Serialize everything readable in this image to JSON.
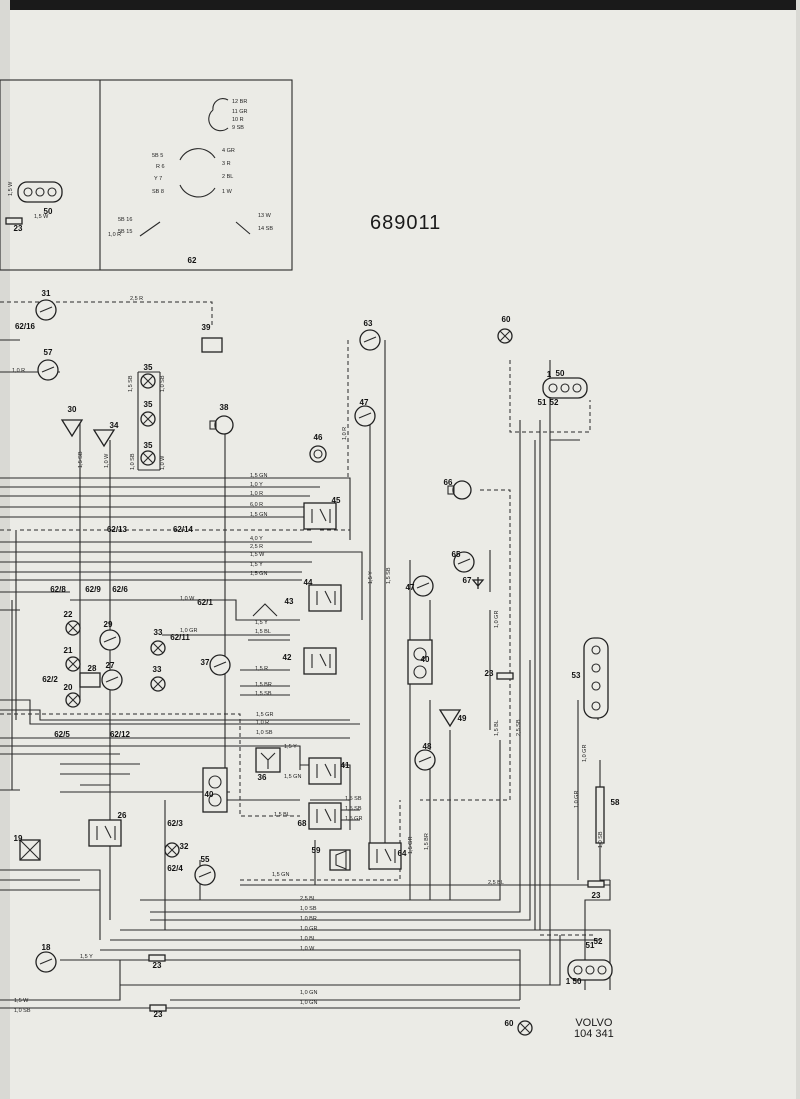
{
  "document": {
    "number": "689011",
    "maker": "VOLVO",
    "drawing_code": "104 341"
  },
  "connector_62": {
    "label": "62",
    "terminals": [
      "12 BR",
      "11 GR",
      "10 R",
      "9 SB",
      "4 GR",
      "3 R",
      "2 BL",
      "1 W",
      "5B 5",
      "R 6",
      "Y 7",
      "SB 8",
      "5B 16",
      "5B 15",
      "13 W",
      "14 SB"
    ]
  },
  "components": [
    {
      "id": "50a",
      "label": "50"
    },
    {
      "id": "23a",
      "label": "23"
    },
    {
      "id": "31",
      "label": "31"
    },
    {
      "id": "62_16",
      "label": "62/16"
    },
    {
      "id": "57",
      "label": "57"
    },
    {
      "id": "39",
      "label": "39"
    },
    {
      "id": "63",
      "label": "63"
    },
    {
      "id": "60a",
      "label": "60"
    },
    {
      "id": "35a",
      "label": "35"
    },
    {
      "id": "35b",
      "label": "35"
    },
    {
      "id": "35c",
      "label": "35"
    },
    {
      "id": "30",
      "label": "30"
    },
    {
      "id": "34",
      "label": "34"
    },
    {
      "id": "38",
      "label": "38"
    },
    {
      "id": "47a",
      "label": "47"
    },
    {
      "id": "46",
      "label": "46"
    },
    {
      "id": "50b",
      "label": "50"
    },
    {
      "id": "51a",
      "label": "51"
    },
    {
      "id": "52a",
      "label": "52"
    },
    {
      "id": "1a",
      "label": "1"
    },
    {
      "id": "66",
      "label": "66"
    },
    {
      "id": "45",
      "label": "45"
    },
    {
      "id": "62_13",
      "label": "62/13"
    },
    {
      "id": "62_14",
      "label": "62/14"
    },
    {
      "id": "65a",
      "label": "65"
    },
    {
      "id": "67",
      "label": "67"
    },
    {
      "id": "44",
      "label": "44"
    },
    {
      "id": "47b",
      "label": "47"
    },
    {
      "id": "62_8",
      "label": "62/8"
    },
    {
      "id": "62_9",
      "label": "62/9"
    },
    {
      "id": "62_6",
      "label": "62/6"
    },
    {
      "id": "43",
      "label": "43"
    },
    {
      "id": "62_1",
      "label": "62/1"
    },
    {
      "id": "22",
      "label": "22"
    },
    {
      "id": "29",
      "label": "29"
    },
    {
      "id": "33a",
      "label": "33"
    },
    {
      "id": "62_11",
      "label": "62/11"
    },
    {
      "id": "37",
      "label": "37"
    },
    {
      "id": "42",
      "label": "42"
    },
    {
      "id": "40a",
      "label": "40"
    },
    {
      "id": "21",
      "label": "21"
    },
    {
      "id": "28",
      "label": "28"
    },
    {
      "id": "27",
      "label": "27"
    },
    {
      "id": "33b",
      "label": "33"
    },
    {
      "id": "62_2",
      "label": "62/2"
    },
    {
      "id": "20",
      "label": "20"
    },
    {
      "id": "53",
      "label": "53"
    },
    {
      "id": "23b",
      "label": "23"
    },
    {
      "id": "49",
      "label": "49"
    },
    {
      "id": "62_5",
      "label": "62/5"
    },
    {
      "id": "62_12",
      "label": "62/12"
    },
    {
      "id": "48",
      "label": "48"
    },
    {
      "id": "36",
      "label": "36"
    },
    {
      "id": "41",
      "label": "41"
    },
    {
      "id": "40b",
      "label": "40"
    },
    {
      "id": "68",
      "label": "68"
    },
    {
      "id": "62_3",
      "label": "62/3"
    },
    {
      "id": "26",
      "label": "26"
    },
    {
      "id": "19",
      "label": "19"
    },
    {
      "id": "58",
      "label": "58"
    },
    {
      "id": "32",
      "label": "32"
    },
    {
      "id": "62_4",
      "label": "62/4"
    },
    {
      "id": "55",
      "label": "55"
    },
    {
      "id": "59",
      "label": "59"
    },
    {
      "id": "64",
      "label": "64"
    },
    {
      "id": "23c",
      "label": "23"
    },
    {
      "id": "18",
      "label": "18"
    },
    {
      "id": "23d",
      "label": "23"
    },
    {
      "id": "51b",
      "label": "51"
    },
    {
      "id": "52b",
      "label": "52"
    },
    {
      "id": "50c",
      "label": "50"
    },
    {
      "id": "1b",
      "label": "1"
    },
    {
      "id": "60b",
      "label": "60"
    },
    {
      "id": "23e",
      "label": "23"
    }
  ],
  "wire_labels": [
    "1,5 W",
    "1,5 W",
    "2,5 R",
    "1,0 R",
    "1,0 R",
    "1,5 SB",
    "1,0 W",
    "1,0 SB",
    "1,5 SB",
    "1,0 SB",
    "1,0 W",
    "1,0 R",
    "1,5 GN",
    "1,0 Y",
    "1,0 R",
    "6,0 R",
    "1,5 GN",
    "4,0 Y",
    "2,5 R",
    "1,5 W",
    "1,5 Y",
    "1,5 GN",
    "1,0 W",
    "1,0 GR",
    "1,5 Y",
    "1,5 BL",
    "1,5 R",
    "1,5 BR",
    "1,5 SB",
    "1,5 GR",
    "1,0 R",
    "1,0 SB",
    "1,5 Y",
    "1,5 GN",
    "1,5 BL",
    "1,5 SB",
    "1,5 SB",
    "1,5 GR",
    "1,5 GN",
    "2,5 BL",
    "2,5 BL",
    "1,0 SB",
    "1,0 BR",
    "1,0 GR",
    "1,0 BL",
    "1,0 W",
    "1,5 Y",
    "1,0 GN",
    "1,5 W",
    "1,0 GN",
    "1,0 SB",
    "1,5 Y",
    "1,5 SB",
    "1,5 GR",
    "1,5 BR",
    "1,0 GR",
    "1,5 BL",
    "2,5 SB",
    "1,0 GR",
    "1,0 GR",
    "1,0 SB"
  ]
}
